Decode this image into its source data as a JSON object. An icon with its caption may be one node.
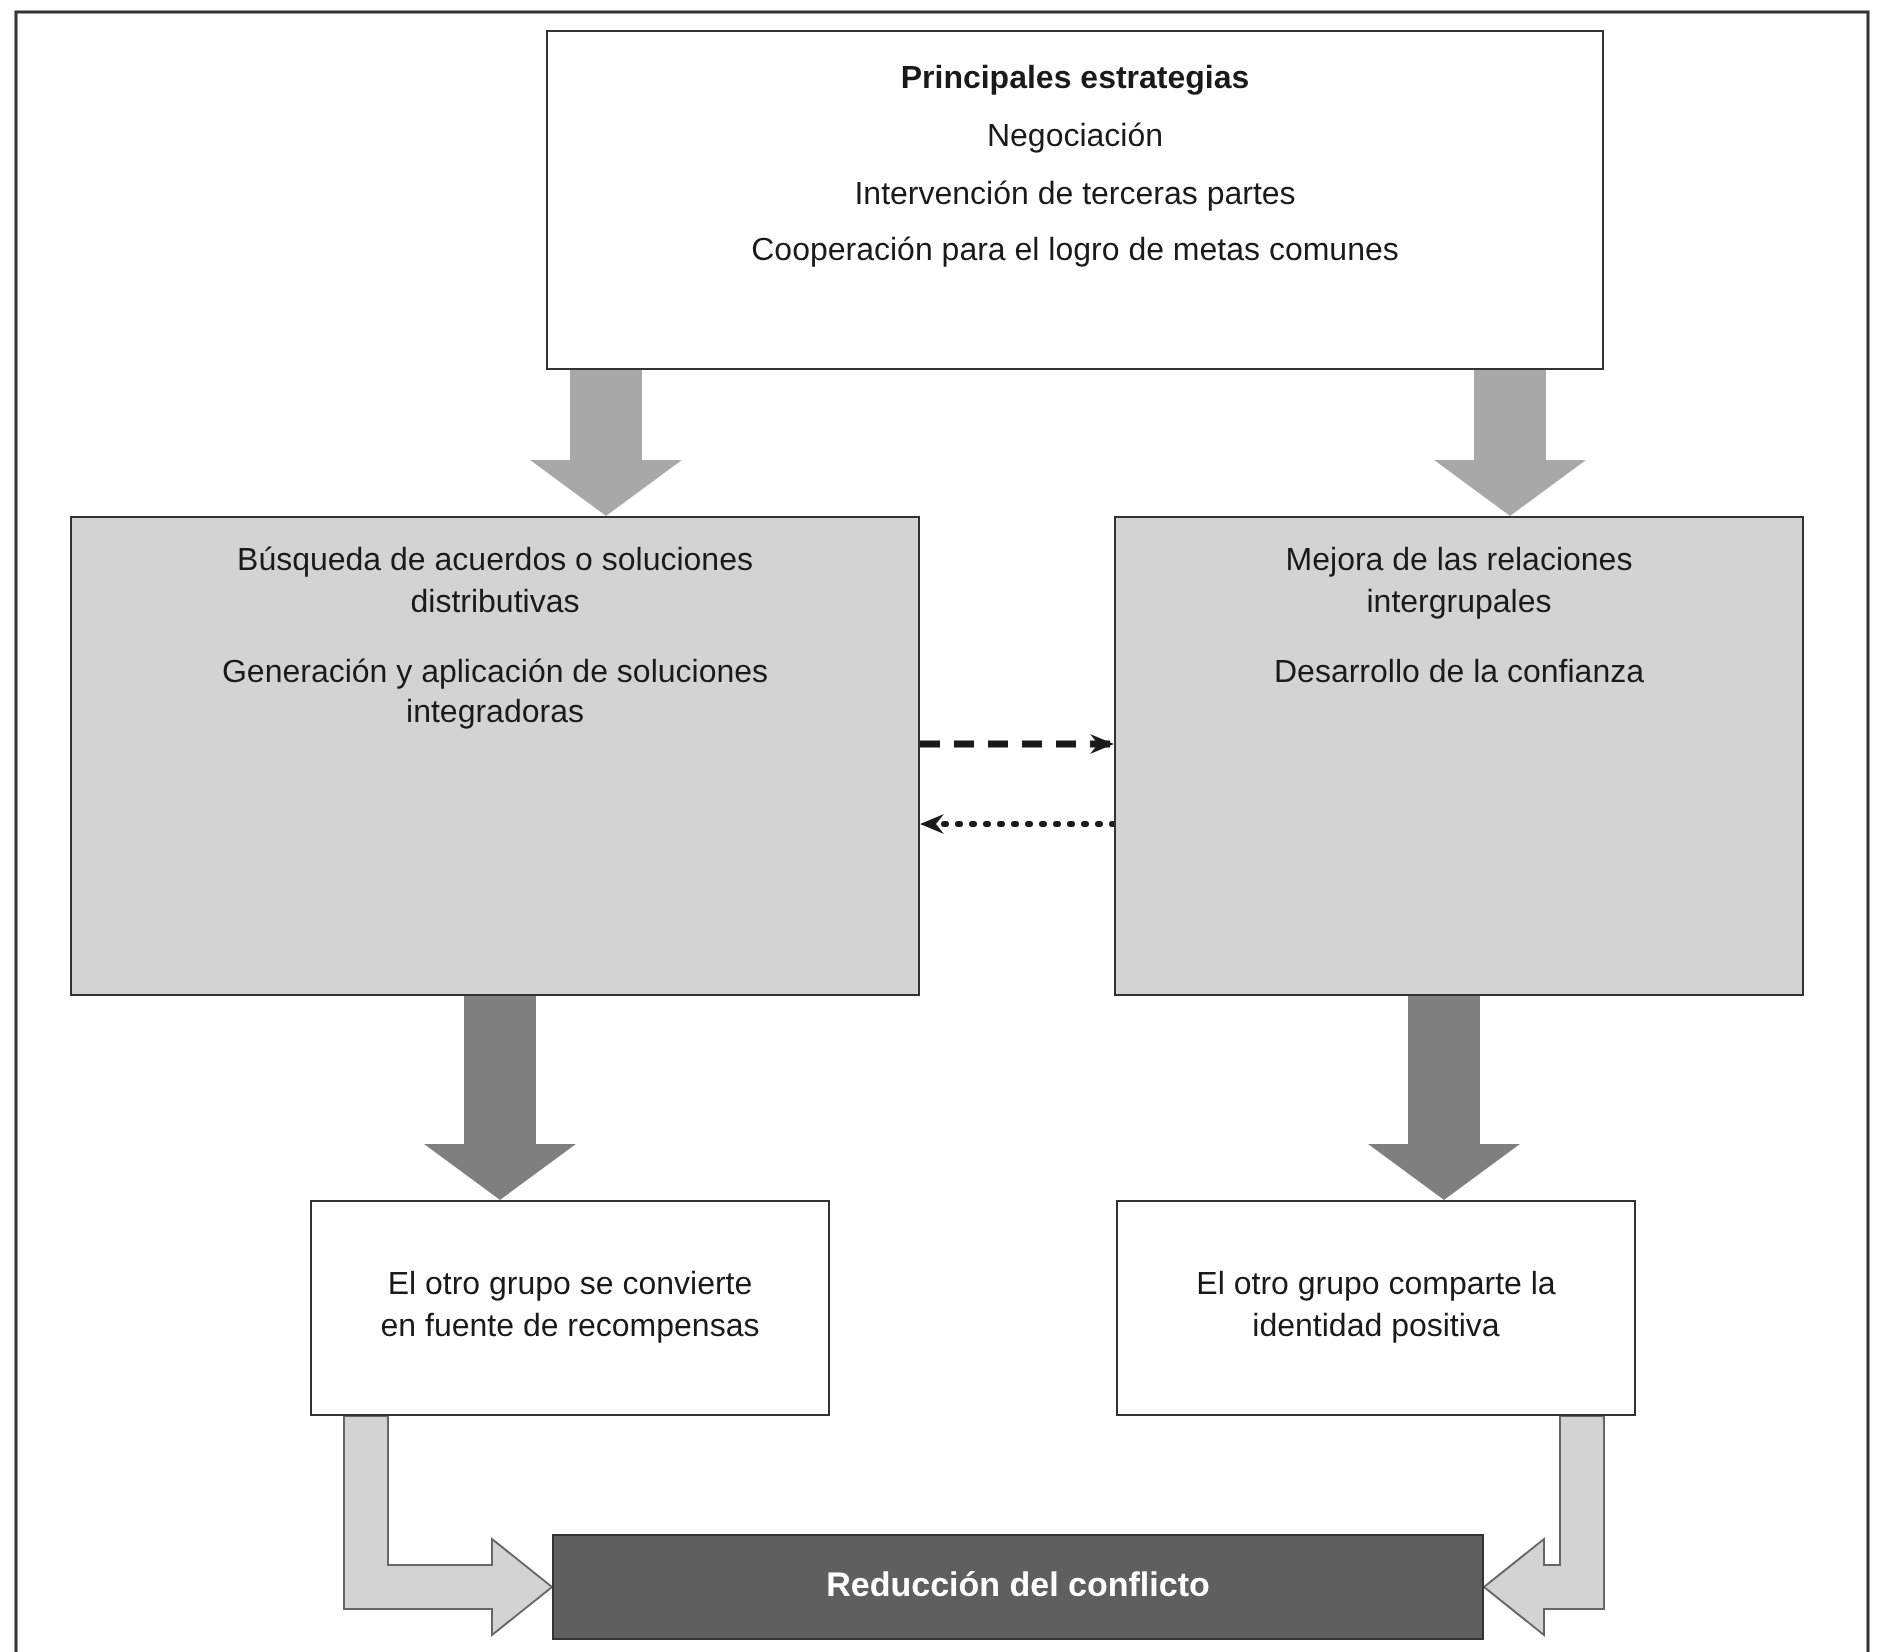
{
  "diagram": {
    "nodes": [
      {
        "text": [
          "Principales estrategias",
          "Negociación",
          "Intervención de terceras partes",
          "Cooperación para el logro de metas comunes"
        ]
      },
      {
        "text": [
          "Búsqueda de acuerdos o soluciones distributivas",
          "Generación y aplicación de soluciones integradoras"
        ]
      },
      {
        "text": [
          "Mejora de las relaciones intergrupales",
          "Desarrollo de la confianza"
        ]
      },
      {
        "text": [
          "El otro grupo se convierte en fuente de recompensas"
        ]
      },
      {
        "text": [
          "El otro grupo comparte la identidad positiva"
        ]
      },
      {
        "text": [
          "Reducción del conflicto"
        ]
      }
    ],
    "edges": [
      {
        "from": 0,
        "to": 1,
        "arrow": "to",
        "color": "#a8a8a8"
      },
      {
        "from": 0,
        "to": 2,
        "arrow": "to",
        "color": "#a8a8a8"
      },
      {
        "from": 1,
        "to": 2,
        "arrow": "to",
        "style": "dashed",
        "color": "#1a1a1a"
      },
      {
        "from": 2,
        "to": 1,
        "arrow": "to",
        "style": "dashed",
        "color": "#1a1a1a"
      },
      {
        "from": 1,
        "to": 3,
        "arrow": "to",
        "color": "#7f7f7f"
      },
      {
        "from": 2,
        "to": 4,
        "arrow": "to",
        "color": "#7f7f7f"
      },
      {
        "from": 3,
        "to": 5,
        "arrow": "to",
        "color": "#d3d3d3"
      },
      {
        "from": 4,
        "to": 5,
        "arrow": "to",
        "color": "#d3d3d3"
      }
    ]
  }
}
